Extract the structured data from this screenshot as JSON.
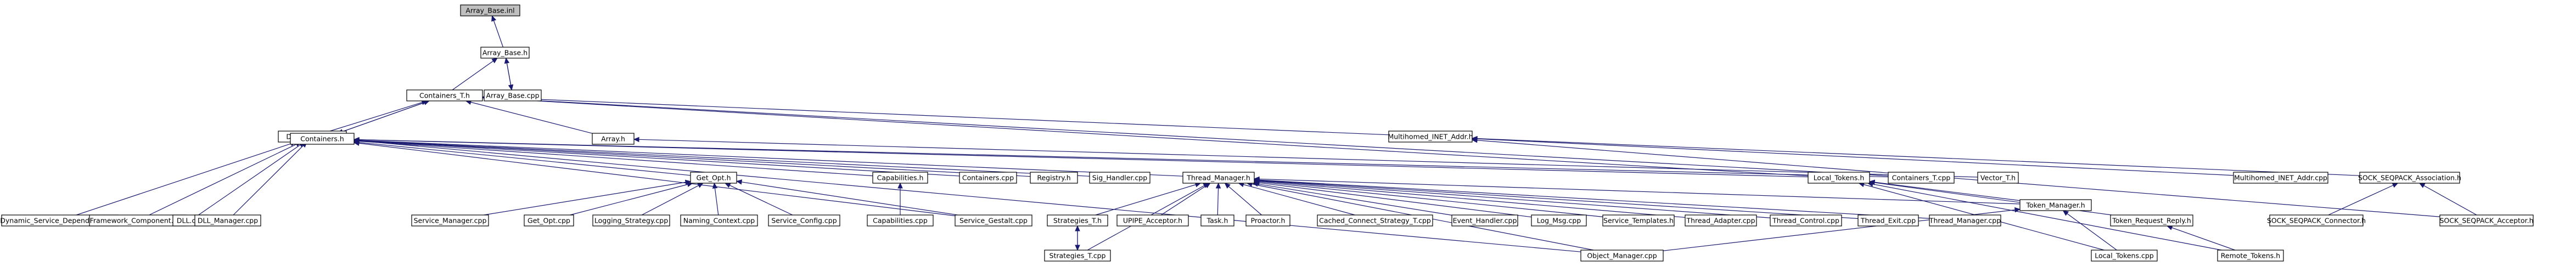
{
  "nodes": [
    {
      "id": "array_base_inl",
      "label": "Array_Base.inl",
      "highlight": true
    },
    {
      "id": "array_base_h",
      "label": "Array_Base.h"
    },
    {
      "id": "containers_t_h",
      "label": "Containers_T.h"
    },
    {
      "id": "array_base_cpp",
      "label": "Array_Base.cpp"
    },
    {
      "id": "dll_manager_h",
      "label": "DLL_Manager.h"
    },
    {
      "id": "containers_h",
      "label": "Containers.h"
    },
    {
      "id": "array_h",
      "label": "Array.h"
    },
    {
      "id": "multihomed_h",
      "label": "Multihomed_INET_Addr.h"
    },
    {
      "id": "dynamic_service_dependency_cpp",
      "label": "Dynamic_Service_Dependency.cpp"
    },
    {
      "id": "framework_component_cpp",
      "label": "Framework_Component.cpp"
    },
    {
      "id": "dll_cpp",
      "label": "DLL.cpp"
    },
    {
      "id": "dll_manager_cpp",
      "label": "DLL_Manager.cpp"
    },
    {
      "id": "get_opt_h",
      "label": "Get_Opt.h"
    },
    {
      "id": "capabilities_h",
      "label": "Capabilities.h"
    },
    {
      "id": "containers_cpp",
      "label": "Containers.cpp"
    },
    {
      "id": "registry_h",
      "label": "Registry.h",
      "red": true
    },
    {
      "id": "sig_handler_cpp",
      "label": "Sig_Handler.cpp"
    },
    {
      "id": "thread_manager_h",
      "label": "Thread_Manager.h"
    },
    {
      "id": "local_tokens_h",
      "label": "Local_Tokens.h",
      "red": true
    },
    {
      "id": "containers_t_cpp",
      "label": "Containers_T.cpp"
    },
    {
      "id": "vector_t_h",
      "label": "Vector_T.h",
      "red": true
    },
    {
      "id": "multihomed_cpp",
      "label": "Multihomed_INET_Addr.cpp"
    },
    {
      "id": "sock_assoc_h",
      "label": "SOCK_SEQPACK_Association.h",
      "red": true
    },
    {
      "id": "service_manager_cpp",
      "label": "Service_Manager.cpp"
    },
    {
      "id": "get_opt_cpp",
      "label": "Get_Opt.cpp"
    },
    {
      "id": "logging_strategy_cpp",
      "label": "Logging_Strategy.cpp"
    },
    {
      "id": "naming_context_cpp",
      "label": "Naming_Context.cpp"
    },
    {
      "id": "service_config_cpp",
      "label": "Service_Config.cpp"
    },
    {
      "id": "capabilities_cpp",
      "label": "Capabilities.cpp"
    },
    {
      "id": "service_gestalt_cpp",
      "label": "Service_Gestalt.cpp"
    },
    {
      "id": "strategies_t_h",
      "label": "Strategies_T.h",
      "red": true
    },
    {
      "id": "upipe_acceptor_h",
      "label": "UPIPE_Acceptor.h",
      "red": true
    },
    {
      "id": "task_h",
      "label": "Task.h",
      "red": true
    },
    {
      "id": "proactor_h",
      "label": "Proactor.h",
      "red": true
    },
    {
      "id": "cached_connect_h",
      "label": "Cached_Connect_Strategy_T.cpp",
      "red": true
    },
    {
      "id": "event_handler_cpp",
      "label": "Event_Handler.cpp"
    },
    {
      "id": "log_msg_cpp",
      "label": "Log_Msg.cpp"
    },
    {
      "id": "service_templates_h",
      "label": "Service_Templates.h"
    },
    {
      "id": "thread_adapter_cpp",
      "label": "Thread_Adapter.cpp"
    },
    {
      "id": "thread_control_cpp",
      "label": "Thread_Control.cpp"
    },
    {
      "id": "thread_exit_cpp",
      "label": "Thread_Exit.cpp"
    },
    {
      "id": "thread_manager_cpp",
      "label": "Thread_Manager.cpp"
    },
    {
      "id": "token_manager_h",
      "label": "Token_Manager.h"
    },
    {
      "id": "token_request_reply_h",
      "label": "Token_Request_Reply.h",
      "red": true
    },
    {
      "id": "sock_connector_h",
      "label": "SOCK_SEQPACK_Connector.h",
      "red": true
    },
    {
      "id": "sock_acceptor_h",
      "label": "SOCK_SEQPACK_Acceptor.h",
      "red": true
    },
    {
      "id": "strategies_t_cpp",
      "label": "Strategies_T.cpp"
    },
    {
      "id": "object_manager_cpp",
      "label": "Object_Manager.cpp"
    },
    {
      "id": "local_tokens_cpp",
      "label": "Local_Tokens.cpp"
    },
    {
      "id": "remote_tokens_h",
      "label": "Remote_Tokens.h",
      "red": true
    }
  ],
  "edges": [
    [
      "array_base_h",
      "array_base_inl"
    ],
    [
      "containers_t_h",
      "array_base_h"
    ],
    [
      "array_base_cpp",
      "array_base_h"
    ],
    [
      "array_base_h",
      "array_base_cpp"
    ],
    [
      "dll_manager_h",
      "containers_t_h"
    ],
    [
      "containers_h",
      "containers_t_h"
    ],
    [
      "array_h",
      "containers_t_h"
    ],
    [
      "containers_t_cpp",
      "containers_t_h"
    ],
    [
      "local_tokens_h",
      "containers_t_h"
    ],
    [
      "multihomed_h",
      "containers_t_h"
    ],
    [
      "containers_t_h",
      "containers_h"
    ],
    [
      "dynamic_service_dependency_cpp",
      "dll_manager_h"
    ],
    [
      "framework_component_cpp",
      "dll_manager_h"
    ],
    [
      "dll_cpp",
      "dll_manager_h"
    ],
    [
      "dll_manager_cpp",
      "dll_manager_h"
    ],
    [
      "object_manager_cpp",
      "dll_manager_h"
    ],
    [
      "get_opt_h",
      "containers_h"
    ],
    [
      "capabilities_h",
      "containers_h"
    ],
    [
      "containers_cpp",
      "containers_h"
    ],
    [
      "registry_h",
      "containers_h"
    ],
    [
      "sig_handler_cpp",
      "containers_h"
    ],
    [
      "thread_manager_h",
      "containers_h"
    ],
    [
      "local_tokens_h",
      "containers_h"
    ],
    [
      "containers_t_cpp",
      "containers_h"
    ],
    [
      "service_gestalt_cpp",
      "containers_h"
    ],
    [
      "vector_t_h",
      "array_h"
    ],
    [
      "multihomed_cpp",
      "multihomed_h"
    ],
    [
      "sock_assoc_h",
      "multihomed_h"
    ],
    [
      "sock_acceptor_h",
      "multihomed_h"
    ],
    [
      "service_manager_cpp",
      "get_opt_h"
    ],
    [
      "get_opt_cpp",
      "get_opt_h"
    ],
    [
      "logging_strategy_cpp",
      "get_opt_h"
    ],
    [
      "naming_context_cpp",
      "get_opt_h"
    ],
    [
      "service_config_cpp",
      "get_opt_h"
    ],
    [
      "service_gestalt_cpp",
      "get_opt_h"
    ],
    [
      "capabilities_cpp",
      "capabilities_h"
    ],
    [
      "strategies_t_h",
      "thread_manager_h"
    ],
    [
      "upipe_acceptor_h",
      "thread_manager_h"
    ],
    [
      "task_h",
      "thread_manager_h"
    ],
    [
      "proactor_h",
      "thread_manager_h"
    ],
    [
      "cached_connect_h",
      "thread_manager_h"
    ],
    [
      "event_handler_cpp",
      "thread_manager_h"
    ],
    [
      "log_msg_cpp",
      "thread_manager_h"
    ],
    [
      "service_templates_h",
      "thread_manager_h"
    ],
    [
      "thread_adapter_cpp",
      "thread_manager_h"
    ],
    [
      "thread_control_cpp",
      "thread_manager_h"
    ],
    [
      "thread_exit_cpp",
      "thread_manager_h"
    ],
    [
      "thread_manager_cpp",
      "thread_manager_h"
    ],
    [
      "token_manager_h",
      "thread_manager_h"
    ],
    [
      "object_manager_cpp",
      "thread_manager_h"
    ],
    [
      "strategies_t_cpp",
      "thread_manager_h"
    ],
    [
      "token_manager_h",
      "local_tokens_h"
    ],
    [
      "local_tokens_cpp",
      "local_tokens_h"
    ],
    [
      "token_request_reply_h",
      "local_tokens_h"
    ],
    [
      "sock_connector_h",
      "sock_assoc_h"
    ],
    [
      "sock_acceptor_h",
      "sock_assoc_h"
    ],
    [
      "strategies_t_cpp",
      "strategies_t_h"
    ],
    [
      "strategies_t_h",
      "strategies_t_cpp"
    ],
    [
      "object_manager_cpp",
      "token_manager_h"
    ],
    [
      "local_tokens_cpp",
      "token_manager_h"
    ],
    [
      "remote_tokens_h",
      "token_request_reply_h"
    ],
    [
      "remote_tokens_h",
      "local_tokens_h"
    ]
  ]
}
